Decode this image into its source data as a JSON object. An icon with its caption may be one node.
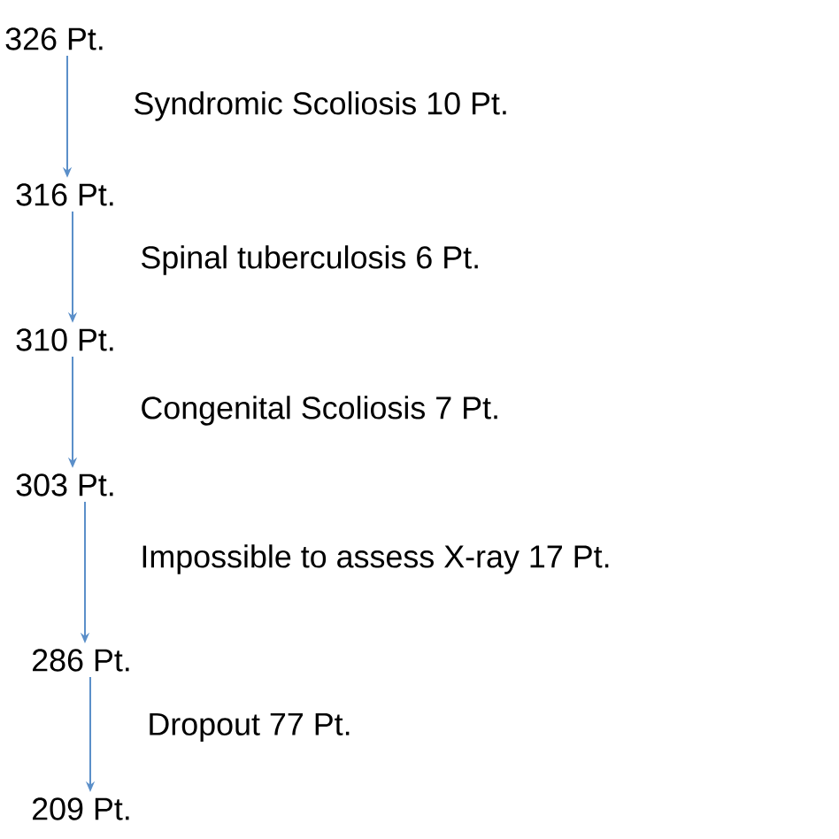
{
  "diagram": {
    "nodes": [
      {
        "text": [
          "326 Pt."
        ]
      },
      {
        "text": [
          "316 Pt."
        ]
      },
      {
        "text": [
          "310 Pt."
        ]
      },
      {
        "text": [
          "303 Pt."
        ]
      },
      {
        "text": [
          "286 Pt."
        ]
      },
      {
        "text": [
          "209 Pt."
        ]
      }
    ],
    "edges": [
      {
        "from": 0,
        "to": 1,
        "arrow": "to",
        "label": "Syndromic Scoliosis 10 Pt."
      },
      {
        "from": 1,
        "to": 2,
        "arrow": "to",
        "label": "Spinal tuberculosis 6 Pt."
      },
      {
        "from": 2,
        "to": 3,
        "arrow": "to",
        "label": "Congenital Scoliosis 7 Pt."
      },
      {
        "from": 3,
        "to": 4,
        "arrow": "to",
        "label": "Impossible to assess X-ray 17 Pt."
      },
      {
        "from": 4,
        "to": 5,
        "arrow": "to",
        "label": "Dropout 77 Pt."
      }
    ]
  }
}
